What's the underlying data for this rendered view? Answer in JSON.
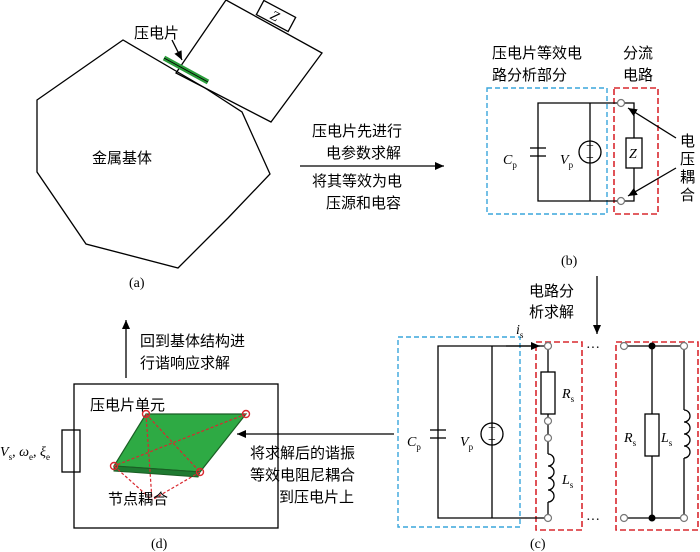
{
  "panel_a": {
    "piezo_label": "压电片",
    "substrate_label": "金属基体",
    "impedance": "Z"
  },
  "panel_b": {
    "piezo_title": [
      "压电片等效电",
      "路分析部分"
    ],
    "shunt_title": [
      "分流",
      "电路"
    ],
    "impedance": "Z",
    "coupling": [
      "电",
      "压",
      "耦",
      "合"
    ]
  },
  "panel_d": {
    "unit_label": "压电片单元",
    "node_label": "节点耦合"
  },
  "steps": {
    "a_to_b": [
      "压电片先进行",
      "电参数求解",
      "将其等效为电",
      "压源和电容"
    ],
    "b_to_c": [
      "电路分",
      "析求解"
    ],
    "c_to_d": [
      "将求解后的谐振",
      "等效电阻尼耦合",
      "到压电片上"
    ],
    "d_up": [
      "回到基体结构进",
      "行谐响应求解"
    ]
  },
  "labels": {
    "C": "C",
    "V": "V",
    "R": "R",
    "L": "L",
    "i": "i",
    "p": "p",
    "s": "s",
    "e": "e",
    "omega": "ω",
    "xi": "ξ",
    "comma": ", "
  },
  "glyphs": {
    "plus": "+",
    "minus": "−",
    "ellipsis": "···"
  },
  "captions": {
    "a": "(a)",
    "b": "(b)",
    "c": "(c)",
    "d": "(d)"
  }
}
